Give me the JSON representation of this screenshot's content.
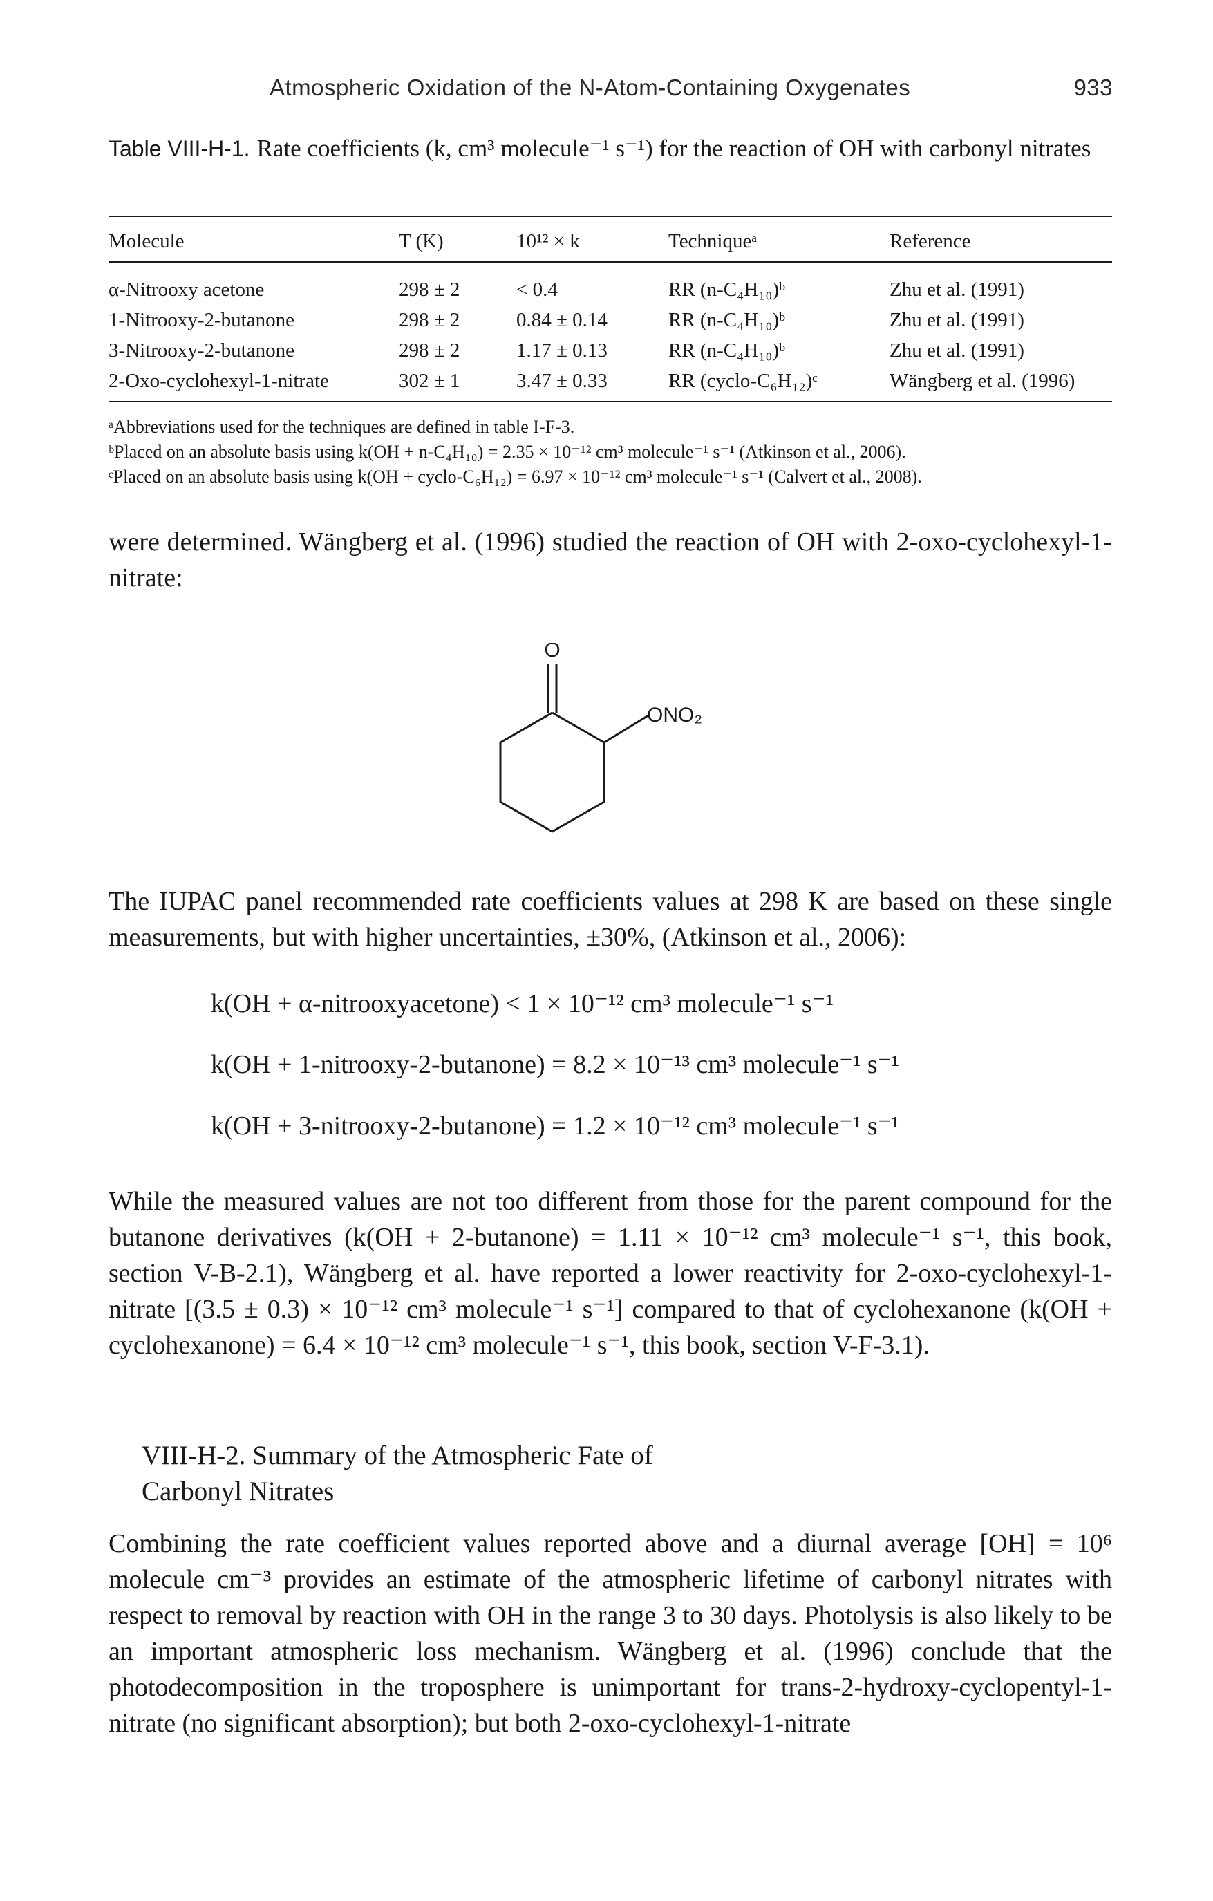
{
  "header": {
    "running_title": "Atmospheric Oxidation of the N-Atom-Containing Oxygenates",
    "page_number": "933"
  },
  "table": {
    "label": "Table VIII-H-1.",
    "caption": "Rate coefficients (k, cm³ molecule⁻¹ s⁻¹) for the reaction of OH with carbonyl nitrates",
    "columns": [
      "Molecule",
      "T (K)",
      "10¹² × k",
      "Techniqueᵃ",
      "Reference"
    ],
    "rows": [
      [
        "α-Nitrooxy acetone",
        "298 ± 2",
        "< 0.4",
        "RR (n-C₄H₁₀)ᵇ",
        "Zhu et al. (1991)"
      ],
      [
        "1-Nitrooxy-2-butanone",
        "298 ± 2",
        "0.84 ± 0.14",
        "RR (n-C₄H₁₀)ᵇ",
        "Zhu et al. (1991)"
      ],
      [
        "3-Nitrooxy-2-butanone",
        "298 ± 2",
        "1.17 ± 0.13",
        "RR (n-C₄H₁₀)ᵇ",
        "Zhu et al. (1991)"
      ],
      [
        "2-Oxo-cyclohexyl-1-nitrate",
        "302 ± 1",
        "3.47 ± 0.33",
        "RR (cyclo-C₆H₁₂)ᶜ",
        "Wängberg et al. (1996)"
      ]
    ],
    "footnotes": [
      "ᵃAbbreviations used for the techniques are defined in table I-F-3.",
      "ᵇPlaced on an absolute basis using k(OH + n-C₄H₁₀) = 2.35 × 10⁻¹² cm³ molecule⁻¹ s⁻¹ (Atkinson et al., 2006).",
      "ᶜPlaced on an absolute basis using k(OH + cyclo-C₆H₁₂) = 6.97 × 10⁻¹² cm³ molecule⁻¹ s⁻¹ (Calvert et al., 2008)."
    ]
  },
  "body": {
    "para1": "were determined. Wängberg et al. (1996) studied the reaction of OH with 2-oxo-cyclohexyl-1-nitrate:",
    "molecule_labels": {
      "carbonyl_oxygen": "O",
      "substituent": "ONO₂"
    },
    "para2": "The IUPAC panel recommended rate coefficients values at 298 K are based on these single measurements, but with higher uncertainties, ±30%, (Atkinson et al., 2006):",
    "equations": [
      "k(OH + α-nitrooxyacetone) < 1 × 10⁻¹² cm³ molecule⁻¹ s⁻¹",
      "k(OH + 1-nitrooxy-2-butanone) = 8.2 × 10⁻¹³ cm³ molecule⁻¹ s⁻¹",
      "k(OH + 3-nitrooxy-2-butanone) = 1.2 × 10⁻¹² cm³ molecule⁻¹ s⁻¹"
    ],
    "para3": "While the measured values are not too different from those for the parent compound for the butanone derivatives (k(OH + 2-butanone) = 1.11 × 10⁻¹² cm³ molecule⁻¹ s⁻¹, this book, section V-B-2.1), Wängberg et al. have reported a lower reactivity for 2-oxo-cyclohexyl-1-nitrate [(3.5 ± 0.3) × 10⁻¹² cm³ molecule⁻¹ s⁻¹] compared to that of cyclohexanone (k(OH + cyclohexanone) = 6.4 × 10⁻¹² cm³ molecule⁻¹ s⁻¹, this book, section V-F-3.1).",
    "section_heading_line1": "VIII-H-2. Summary of the Atmospheric Fate of",
    "section_heading_line2": "Carbonyl Nitrates",
    "para4": "Combining the rate coefficient values reported above and a diurnal average [OH] = 10⁶ molecule cm⁻³ provides an estimate of the atmospheric lifetime of carbonyl nitrates with respect to removal by reaction with OH in the range 3 to 30 days. Photolysis is also likely to be an important atmospheric loss mechanism. Wängberg et al. (1996) conclude that the photodecomposition in the troposphere is unimportant for trans-2-hydroxy-cyclopentyl-1-nitrate (no significant absorption); but both 2-oxo-cyclohexyl-1-nitrate"
  }
}
